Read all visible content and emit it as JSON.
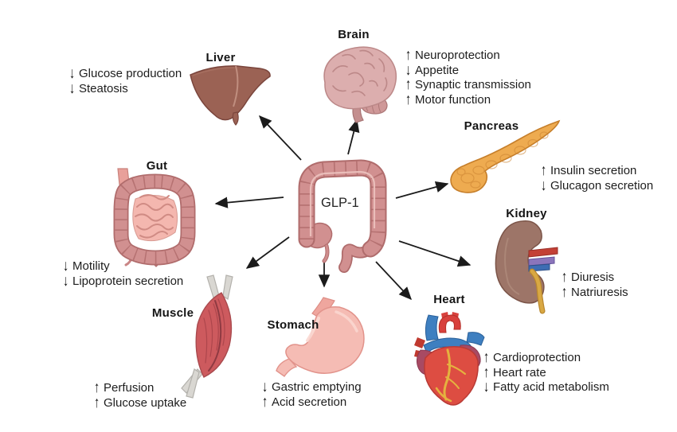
{
  "center": {
    "label": "GLP-1"
  },
  "organs": [
    {
      "id": "liver",
      "name": "Liver",
      "effects": [
        {
          "dir": "down",
          "text": "Glucose production"
        },
        {
          "dir": "down",
          "text": "Steatosis"
        }
      ]
    },
    {
      "id": "brain",
      "name": "Brain",
      "effects": [
        {
          "dir": "up",
          "text": "Neuroprotection"
        },
        {
          "dir": "down",
          "text": "Appetite"
        },
        {
          "dir": "up",
          "text": "Synaptic transmission"
        },
        {
          "dir": "up",
          "text": "Motor function"
        }
      ]
    },
    {
      "id": "pancreas",
      "name": "Pancreas",
      "effects": [
        {
          "dir": "up",
          "text": "Insulin secretion"
        },
        {
          "dir": "down",
          "text": "Glucagon secretion"
        }
      ]
    },
    {
      "id": "gut",
      "name": "Gut",
      "effects": [
        {
          "dir": "down",
          "text": "Motility"
        },
        {
          "dir": "down",
          "text": "Lipoprotein secretion"
        }
      ]
    },
    {
      "id": "kidney",
      "name": "Kidney",
      "effects": [
        {
          "dir": "up",
          "text": "Diuresis"
        },
        {
          "dir": "up",
          "text": "Natriuresis"
        }
      ]
    },
    {
      "id": "muscle",
      "name": "Muscle",
      "effects": [
        {
          "dir": "up",
          "text": "Perfusion"
        },
        {
          "dir": "up",
          "text": "Glucose uptake"
        }
      ]
    },
    {
      "id": "stomach",
      "name": "Stomach",
      "effects": [
        {
          "dir": "down",
          "text": "Gastric emptying"
        },
        {
          "dir": "up",
          "text": "Acid secretion"
        }
      ]
    },
    {
      "id": "heart",
      "name": "Heart",
      "effects": [
        {
          "dir": "up",
          "text": "Cardioprotection"
        },
        {
          "dir": "up",
          "text": "Heart rate"
        },
        {
          "dir": "down",
          "text": "Fatty acid metabolism"
        }
      ]
    }
  ],
  "palette": {
    "text": "#1d1d1d",
    "arrow": "#1b1b1b",
    "liver": "#9b6254",
    "brain": "#dcaeae",
    "pancreas": "#eeab50",
    "gut": "#d19090",
    "kidney": "#9d7568",
    "muscle": "#cd5a5e",
    "stomach": "#f5bcb4",
    "heart_red": "#dd4d42",
    "heart_blue": "#3e7fc0",
    "ureter_yellow": "#d9a843"
  }
}
